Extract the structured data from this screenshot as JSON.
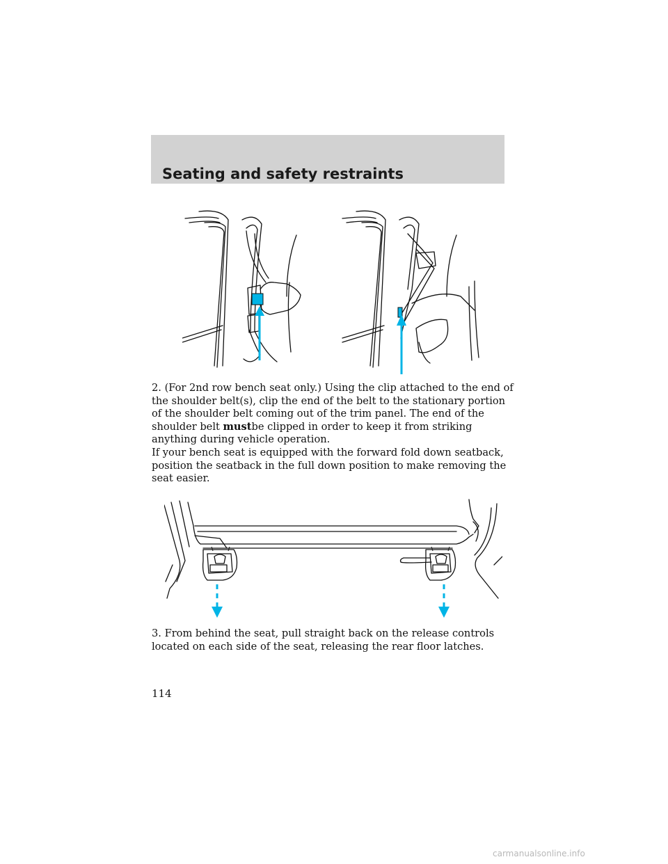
{
  "header": {
    "title": "Seating and safety restraints"
  },
  "step2": {
    "text_before": "2. (For 2nd row bench seat only.) Using the clip attached to the end of the shoulder belt(s), clip the end of the belt to the stationary portion of the shoulder belt coming out of the trim panel. The end of the shoulder belt ",
    "emphasis": "must",
    "text_after": "be clipped in order to keep it from striking anything during vehicle operation."
  },
  "fold_note": "If your bench seat is equipped with the forward fold down seatback, position the seatback in the full down position to make removing the seat easier.",
  "step3": "3. From behind the seat, pull straight back on the release controls located on each side of the seat, releasing the rear floor latches.",
  "page_number": "114",
  "watermark": "carmanualsonline.info",
  "colors": {
    "header_bg": "#d2d2d2",
    "arrow": "#00b4e6",
    "line": "#111111"
  }
}
